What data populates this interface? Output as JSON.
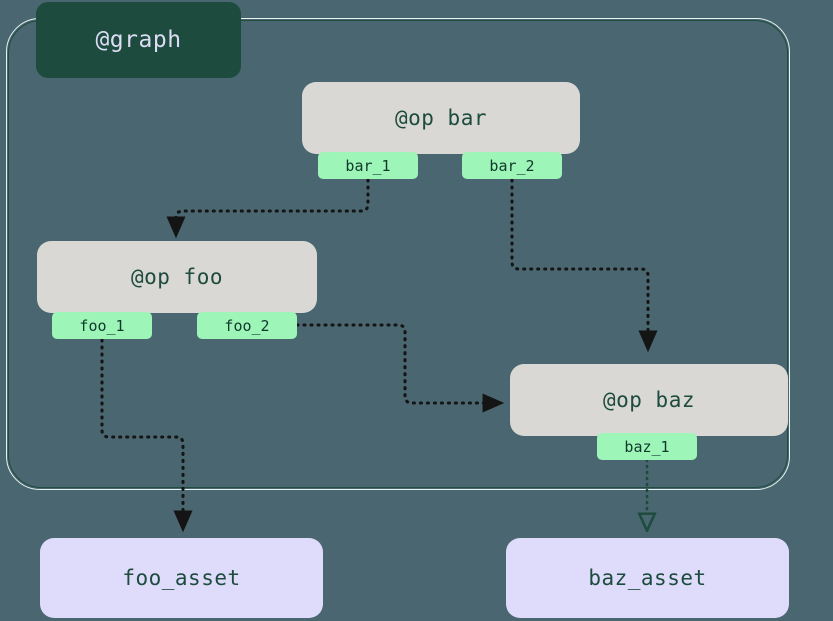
{
  "diagram": {
    "type": "dagster-op-graph",
    "background_color": "#4a6670",
    "container": {
      "label": "@graph",
      "label_bg": "#1d4b3e",
      "label_text_color": "#dcdcf5",
      "border_color": "#e8f3ee",
      "accent_color": "#1d4b3e"
    },
    "op_nodes": [
      {
        "id": "bar",
        "title": "@op bar",
        "body_color": "#d9d8d4",
        "text_color": "#1d4b3e",
        "ports": [
          {
            "id": "bar_1",
            "label": "bar_1"
          },
          {
            "id": "bar_2",
            "label": "bar_2"
          }
        ]
      },
      {
        "id": "foo",
        "title": "@op foo",
        "body_color": "#d9d8d4",
        "text_color": "#1d4b3e",
        "ports": [
          {
            "id": "foo_1",
            "label": "foo_1"
          },
          {
            "id": "foo_2",
            "label": "foo_2"
          }
        ]
      },
      {
        "id": "baz",
        "title": "@op baz",
        "body_color": "#d9d8d4",
        "text_color": "#1d4b3e",
        "ports": [
          {
            "id": "baz_1",
            "label": "baz_1"
          }
        ]
      }
    ],
    "port_color": "#9df5b8",
    "port_text_color": "#10392c",
    "asset_nodes": [
      {
        "id": "foo_asset",
        "label": "foo_asset",
        "color": "#dedcfa",
        "text_color": "#1d4b3e"
      },
      {
        "id": "baz_asset",
        "label": "baz_asset",
        "color": "#dedcfa",
        "text_color": "#1d4b3e"
      }
    ],
    "edges": [
      {
        "from": "bar_1",
        "to": "foo",
        "style": "dotted",
        "color": "#141414",
        "arrow": "filled"
      },
      {
        "from": "bar_2",
        "to": "baz",
        "style": "dotted",
        "color": "#141414",
        "arrow": "filled"
      },
      {
        "from": "foo_2",
        "to": "baz",
        "style": "dotted",
        "color": "#141414",
        "arrow": "filled"
      },
      {
        "from": "foo_1",
        "to": "foo_asset",
        "style": "dotted",
        "color": "#141414",
        "arrow": "filled"
      },
      {
        "from": "baz_1",
        "to": "baz_asset",
        "style": "dotted",
        "color": "#1d4b3e",
        "arrow": "hollow"
      }
    ]
  }
}
